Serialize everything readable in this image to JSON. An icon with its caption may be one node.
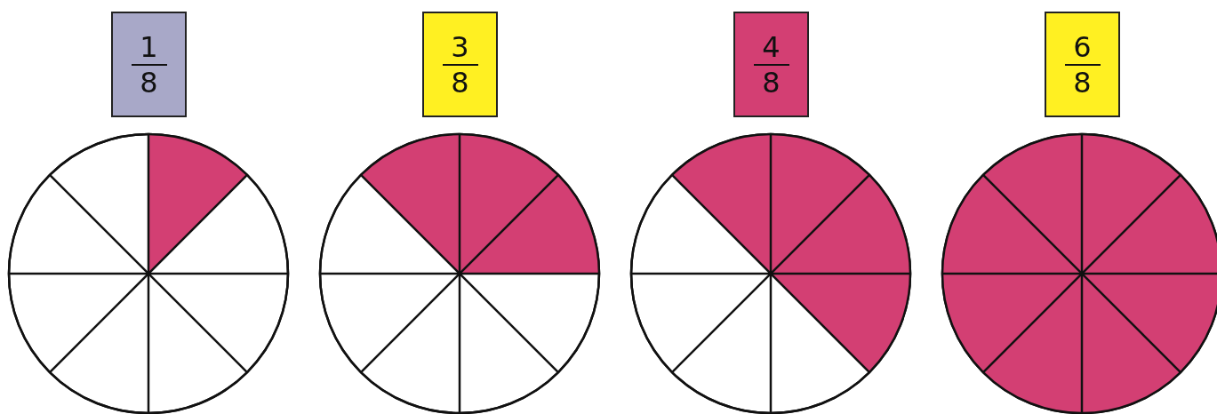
{
  "diagram": {
    "nodes": [
      {
        "text": [
          "1",
          "8"
        ]
      },
      {
        "text": [
          "3",
          "8"
        ]
      },
      {
        "text": [
          "4",
          "8"
        ]
      },
      {
        "text": [
          "6",
          "8"
        ]
      },
      {
        "text": [],
        "shape": "circle"
      },
      {
        "text": [],
        "shape": "circle"
      },
      {
        "text": [],
        "shape": "circle"
      },
      {
        "text": [],
        "shape": "circle"
      }
    ]
  }
}
